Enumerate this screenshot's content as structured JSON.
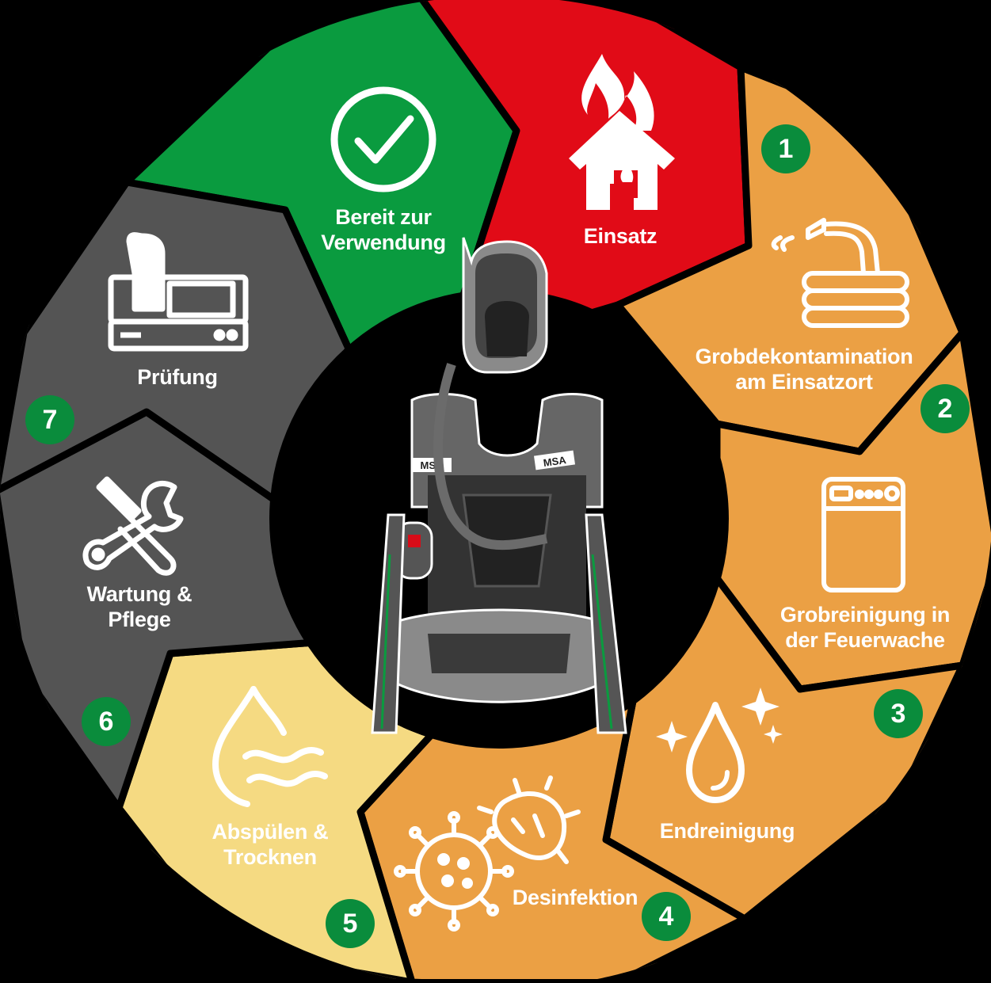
{
  "colors": {
    "background": "#000000",
    "red": "#e10b17",
    "green": "#0a9b3f",
    "orange": "#eba044",
    "pale_yellow": "#f5da82",
    "dark_grey": "#545454",
    "badge_green": "#0a8c3c",
    "white": "#ffffff"
  },
  "segments": [
    {
      "id": "einsatz",
      "label_lines": [
        "Einsatz"
      ],
      "icon": "burning-house-icon",
      "color": "red"
    },
    {
      "id": "grobdekontamination",
      "label_lines": [
        "Grobdekontamination",
        "am Einsatzort"
      ],
      "icon": "water-hose-icon",
      "color": "orange",
      "number": "1"
    },
    {
      "id": "grobreinigung",
      "label_lines": [
        "Grobreinigung in",
        "der Feuerwache"
      ],
      "icon": "washing-machine-icon",
      "color": "orange",
      "number": "2"
    },
    {
      "id": "endreinigung",
      "label_lines": [
        "Endreinigung"
      ],
      "icon": "sparkling-drop-icon",
      "color": "orange",
      "number": "3"
    },
    {
      "id": "desinfektion",
      "label_lines": [
        "Desinfektion"
      ],
      "icon": "germs-icon",
      "color": "orange",
      "number": "4"
    },
    {
      "id": "abspuelen",
      "label_lines": [
        "Abspülen &",
        "Trocknen"
      ],
      "icon": "water-drop-waves-icon",
      "color": "pale_yellow",
      "number": "5"
    },
    {
      "id": "wartung",
      "label_lines": [
        "Wartung &",
        "Pflege"
      ],
      "icon": "wrench-screwdriver-icon",
      "color": "dark_grey",
      "number": "6"
    },
    {
      "id": "pruefung",
      "label_lines": [
        "Prüfung"
      ],
      "icon": "test-bench-icon",
      "color": "dark_grey",
      "number": "7"
    },
    {
      "id": "bereit",
      "label_lines": [
        "Bereit zur",
        "Verwendung"
      ],
      "icon": "checkmark-circle-icon",
      "color": "green"
    }
  ],
  "center": {
    "icon": "breathing-apparatus-icon",
    "brand_text": "MSA"
  }
}
